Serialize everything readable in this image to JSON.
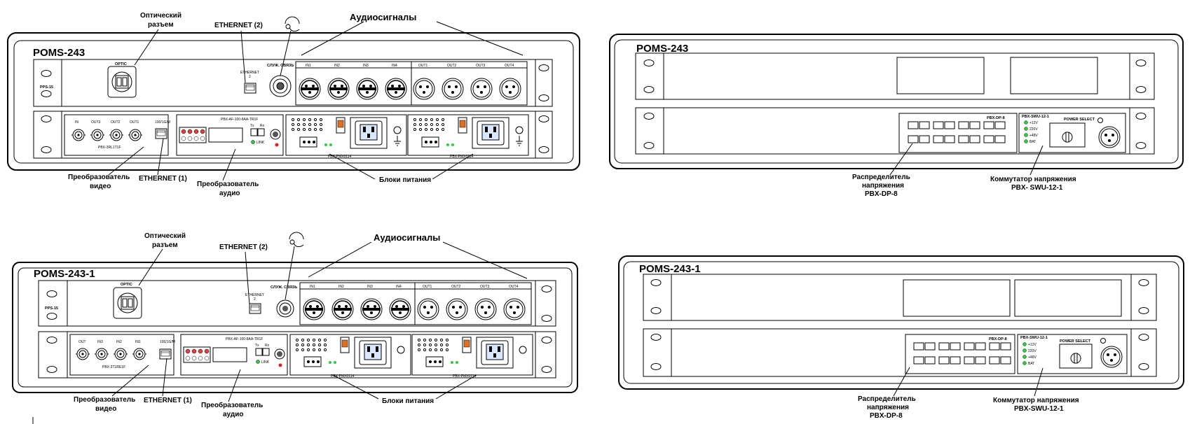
{
  "top_left": {
    "title": "POMS-243",
    "pps": "PPS-15",
    "optic": "OPTIC",
    "ethernet_jack": "ETHERNET",
    "ethernet_jack_num": "2",
    "intercom": "СЛУЖ. СВЯЗЬ",
    "audio_in": [
      "IN1",
      "IN2",
      "IN3",
      "IN4"
    ],
    "audio_out": [
      "OUT1",
      "OUT2",
      "OUT3",
      "OUT4"
    ],
    "video_ports": [
      "IN",
      "OUT3",
      "OUT2",
      "OUT1"
    ],
    "video_eth": "100/1G/M",
    "video_module": "PBX-3RL1T1F",
    "audio_module": "PBX-AF-100-8AA-TR1F",
    "txrx": [
      "Tx",
      "Rx"
    ],
    "link": "LINK",
    "psu1": "PBX-PMX0114",
    "psu2": "PBX-PMX0114"
  },
  "bottom_left": {
    "title": "POMS-243-1",
    "pps": "PPS-15",
    "optic": "OPTIC",
    "ethernet_jack": "ETHERNET",
    "ethernet_jack_num": "2",
    "intercom": "СЛУЖ. СВЯЗЬ",
    "audio_in": [
      "IN1",
      "IN2",
      "IN3",
      "IN4"
    ],
    "audio_out": [
      "OUT1",
      "OUT2",
      "OUT3",
      "OUT4"
    ],
    "video_ports": [
      "OUT",
      "IN3",
      "IN2",
      "IN1"
    ],
    "video_eth": "100/1G/M",
    "video_module": "PBX-3T1RE1F",
    "audio_module": "PBX-AF-100-8AA-TR1F",
    "txrx": [
      "Tx",
      "Rx"
    ],
    "link": "LINK",
    "psu1": "PBX-PMX0114",
    "psu2": "PBX-PMX0114"
  },
  "top_right": {
    "title": "POMS-243",
    "dp_module": "PBX-DP-8",
    "swu_module": "PBX-SWU-12-1",
    "swu_header": "POWER SELECT",
    "voltages": [
      "+12V",
      "220V",
      "+48V",
      "BAT"
    ]
  },
  "bottom_right": {
    "title": "POMS-243-1",
    "dp_module": "PBX-DP-8",
    "swu_module": "PBX-SWU-12-1",
    "swu_header": "POWER SELECT",
    "voltages": [
      "+12V",
      "220V",
      "+48V",
      "BAT"
    ]
  },
  "annotations": {
    "optic_connector": [
      "Оптический",
      "разъем"
    ],
    "ethernet2": "ETHERNET (2)",
    "audio_signals": "Аудиосигналы",
    "video_converter": [
      "Преобразователь",
      "видео"
    ],
    "ethernet1": "ETHERNET (1)",
    "audio_converter": [
      "Преобразователь",
      "аудио"
    ],
    "power_blocks": "Блоки питания",
    "distributor": [
      "Распределитель",
      "напряжения",
      "PBX-DP-8"
    ],
    "switch": [
      "Коммутатор  напряжения",
      "PBX- SWU-12-1"
    ],
    "switch2": [
      "Коммутатор  напряжения",
      "PBX-SWU-12-1"
    ]
  }
}
